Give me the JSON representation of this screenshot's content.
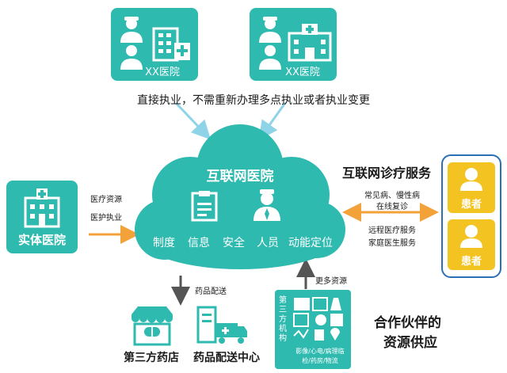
{
  "hospital_left": {
    "label": "XX医院"
  },
  "hospital_right": {
    "label": "XX医院"
  },
  "top_note": "直接执业，不需重新办理多点执业或者执业变更",
  "physical_hospital": {
    "label": "实体医院"
  },
  "left_flow": {
    "line1": "医疗资源",
    "line2": "医护执业"
  },
  "cloud": {
    "title": "互联网医院",
    "features": [
      "制度",
      "信息",
      "安全",
      "人员",
      "动能定位"
    ]
  },
  "service": {
    "title": "互联网诊疗服务",
    "line1": "常见病、慢性病",
    "line2": "在线复诊",
    "line3": "远程医疗服务",
    "line4": "家庭医生服务"
  },
  "patients": [
    {
      "label": "患者"
    },
    {
      "label": "患者"
    }
  ],
  "drug_delivery_note": "药品配送",
  "more_resources_note": "更多资源",
  "pharmacy": {
    "label": "第三方药店"
  },
  "distribution": {
    "label": "药品配送中心"
  },
  "third_party_box": {
    "vertical_text": "第三方机构",
    "bottom_line1": "影像/心电/病理临",
    "bottom_line2": "检/药房/物流"
  },
  "partner": {
    "line1": "合作伙伴的",
    "line2": "资源供应"
  },
  "colors": {
    "teal": "#2fbab0",
    "arrow_blue": "#8fd3e8",
    "arrow_orange": "#f3a23a",
    "gray_arrow": "#555555",
    "patient_yellow": "#f3c321",
    "patient_border": "#2b6fb6"
  }
}
